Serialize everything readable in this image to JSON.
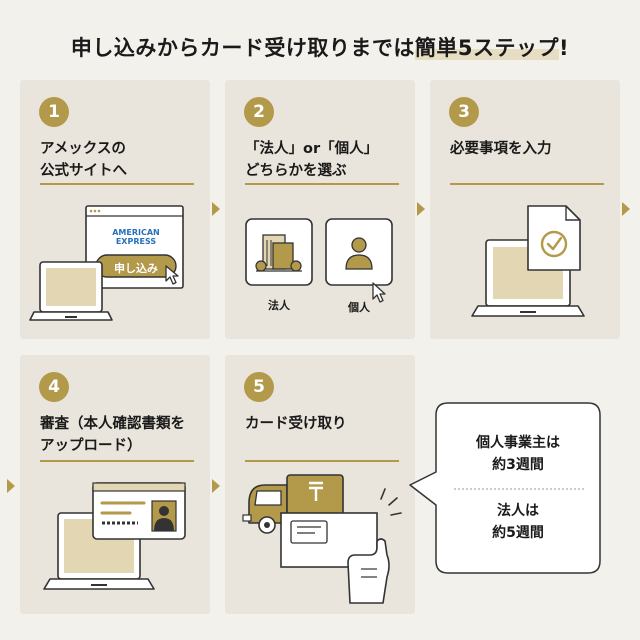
{
  "title": {
    "prefix": "申し込みからカード受け取りまでは",
    "highlight": "簡単5ステップ",
    "suffix": "!"
  },
  "steps": [
    {
      "num": "1",
      "text": "アメックスの\n公式サイトへ"
    },
    {
      "num": "2",
      "text": "「法人」or「個人」\nどちらかを選ぶ"
    },
    {
      "num": "3",
      "text": "必要事項を入力"
    },
    {
      "num": "4",
      "text": "審査（本人確認書類を\nアップロード）"
    },
    {
      "num": "5",
      "text": "カード受け取り"
    }
  ],
  "step1_illustration": {
    "brand_line1": "AMERICAN",
    "brand_line2": "EXPRESS",
    "button_label": "申し込み"
  },
  "step2_illustration": {
    "option_corporate": "法人",
    "option_individual": "個人"
  },
  "bubble": {
    "top_text": "個人事業主は\n約3週間",
    "bottom_text": "法人は\n約5週間"
  },
  "colors": {
    "accent_gold": "#b39a4b",
    "card_bg": "#e9e5dc",
    "page_bg": "#f3f1ec",
    "amex_blue": "#2671b9"
  }
}
